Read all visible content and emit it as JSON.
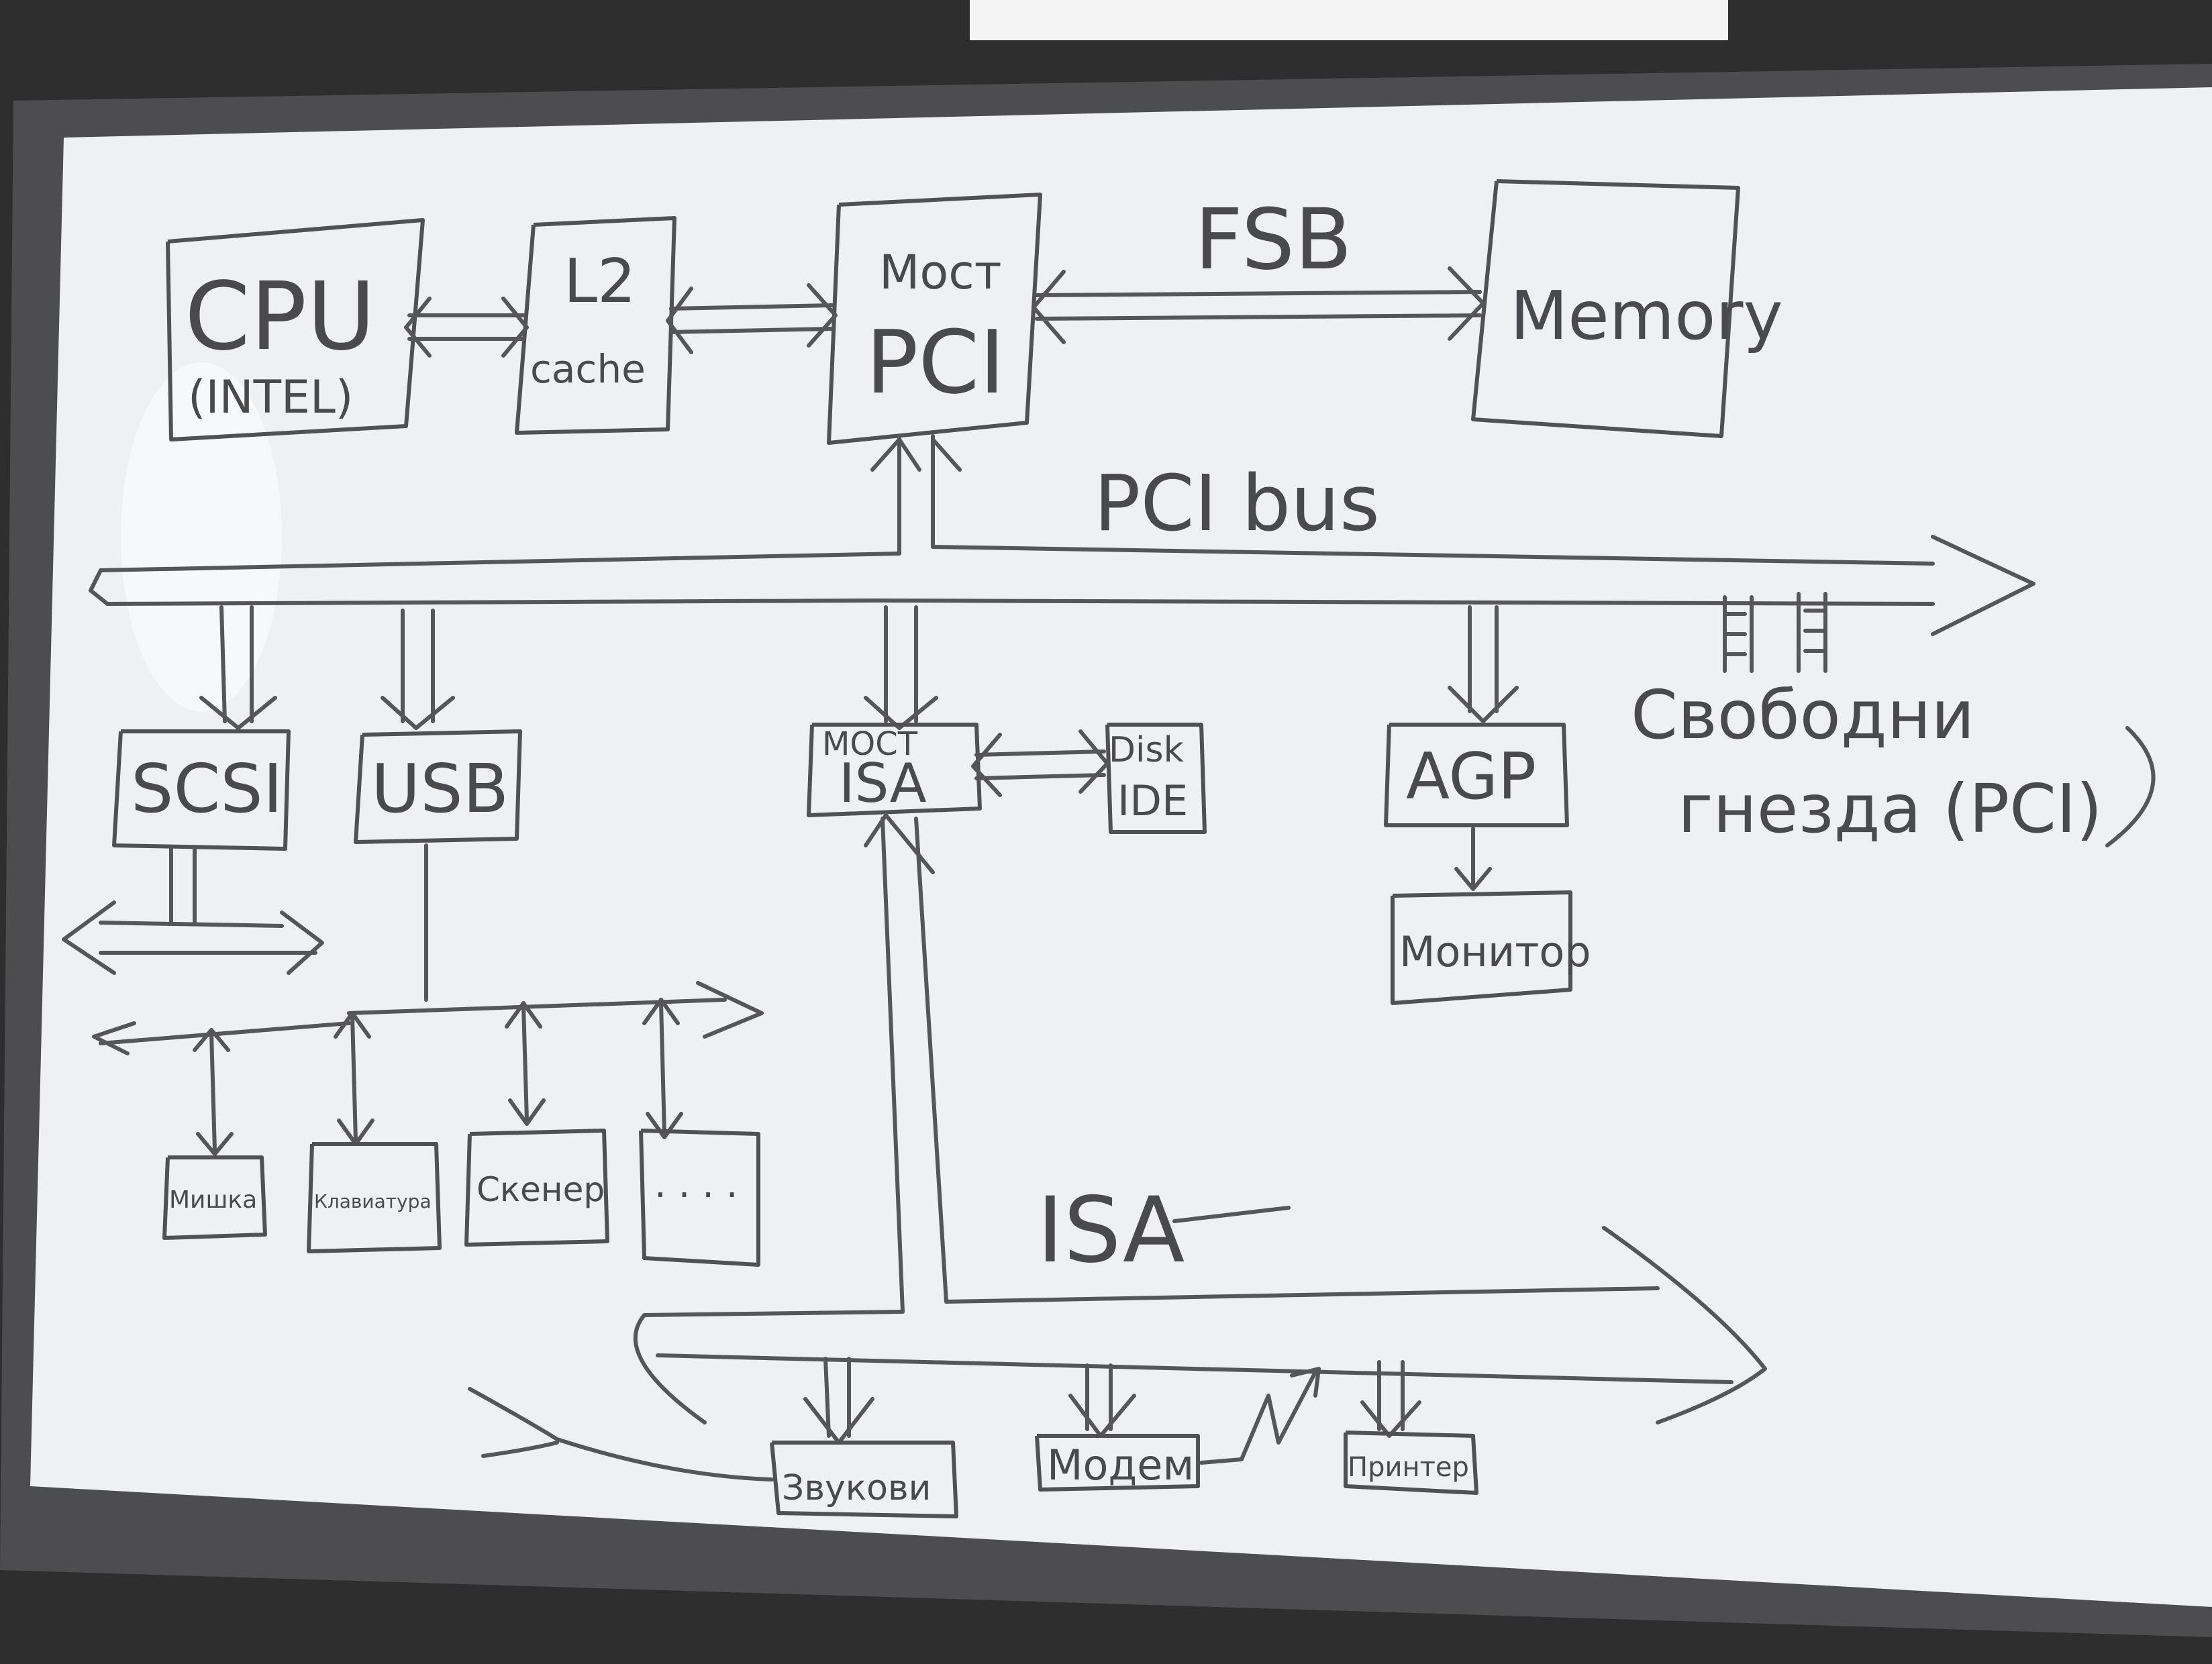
{
  "colors": {
    "board": "#eef0f2",
    "frame": "#4d4d4f",
    "wall": "#2e2e2e",
    "ink": "#55555a"
  },
  "labels": {
    "cpu": "CPU",
    "cpu_sub": "(INTEL)",
    "l2": "L2",
    "l2_sub": "cache",
    "pci_bridge_top": "Мост",
    "pci_bridge": "PCI",
    "fsb": "FSB",
    "memory": "Memory",
    "pci_bus": "PCI bus",
    "scsi": "SCSI",
    "usb": "USB",
    "isa_bridge_top": "МОСТ",
    "isa_bridge": "ISA",
    "disk": "Disk",
    "ide": "IDE",
    "agp": "AGP",
    "monitor": "Монитор",
    "free_slots": "Свободни",
    "free_slots_2": "гнезда (PCI)",
    "mouse": "Мишка",
    "keyboard": "Клавиатура",
    "scanner": "Скенер",
    "more": "· · · ·",
    "isa_bus": "ISA",
    "sound": "Звукови",
    "modem": "Модем",
    "printer": "Принтер"
  }
}
